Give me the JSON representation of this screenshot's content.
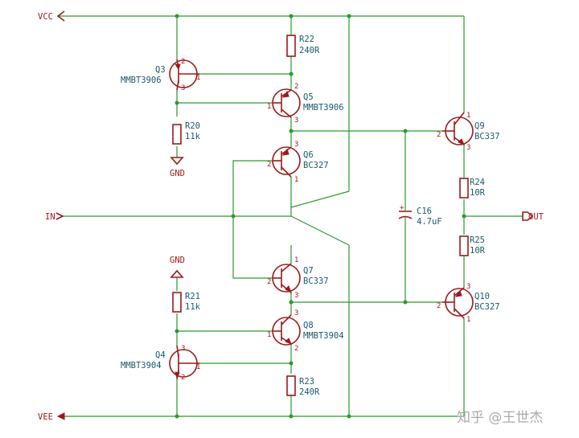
{
  "nets": {
    "vcc": "VCC",
    "vee": "VEE",
    "in": "IN",
    "out": "OUT",
    "gnd_top": "GND",
    "gnd_bottom": "GND"
  },
  "components": {
    "q3": {
      "ref": "Q3",
      "value": "MMBT3906",
      "p1": "1",
      "p2": "2",
      "p3": "3"
    },
    "q4": {
      "ref": "Q4",
      "value": "MMBT3904",
      "p1": "1",
      "p2": "2",
      "p3": "3"
    },
    "q5": {
      "ref": "Q5",
      "value": "MMBT3906",
      "p1": "1",
      "p2": "2",
      "p3": "3"
    },
    "q6": {
      "ref": "Q6",
      "value": "BC327",
      "p1": "1",
      "p2": "2",
      "p3": "3"
    },
    "q7": {
      "ref": "Q7",
      "value": "BC337",
      "p1": "1",
      "p2": "2",
      "p3": "3"
    },
    "q8": {
      "ref": "Q8",
      "value": "MMBT3904",
      "p1": "1",
      "p2": "2",
      "p3": "3"
    },
    "q9": {
      "ref": "Q9",
      "value": "BC337",
      "p1": "1",
      "p2": "2",
      "p3": "3"
    },
    "q10": {
      "ref": "Q10",
      "value": "BC327",
      "p1": "1",
      "p2": "2",
      "p3": "3"
    },
    "r20": {
      "ref": "R20",
      "value": "11k"
    },
    "r21": {
      "ref": "R21",
      "value": "11k"
    },
    "r22": {
      "ref": "R22",
      "value": "240R"
    },
    "r23": {
      "ref": "R23",
      "value": "240R"
    },
    "r24": {
      "ref": "R24",
      "value": "10R"
    },
    "r25": {
      "ref": "R25",
      "value": "10R"
    },
    "c16": {
      "ref": "C16",
      "value": "4.7uF",
      "polarity": "+"
    }
  },
  "watermark": "知乎 @王世杰",
  "colors": {
    "wire": "#2a9a2a",
    "component": "#9a1a1a",
    "label": "#1a5a6a",
    "watermark": "#aaaaaa"
  }
}
